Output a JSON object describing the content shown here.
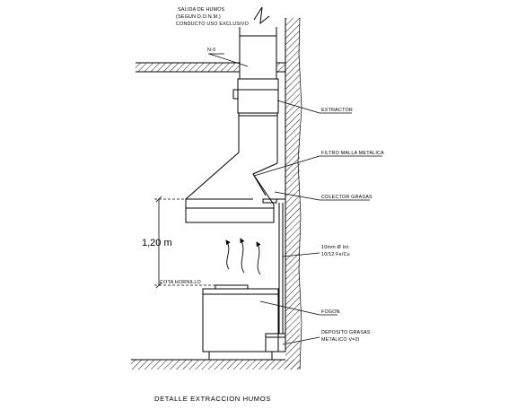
{
  "title": "DETALLE EXTRACCION HUMOS",
  "labels": {
    "salida_1": "SALIDA DE HUMOS",
    "salida_2": "(SEGUN D.O.N.M.)",
    "salida_3": "CONDUCTO USO EXCLUSIVO",
    "n0": "N-0",
    "extractor": "EXTRACTOR",
    "filtro": "FILTRO MALLA METALICA",
    "colector": "COLECTOR GRASAS",
    "tubo_1": "10mm Ø Int.",
    "tubo_2": "10/12 Fe/Cu",
    "fogon": "FOGON",
    "deposito_1": "DEPOSITO GRASAS",
    "deposito_2": "METALICO V=2l",
    "cota_hornillo": "COTA HORNILLO",
    "altura": "1,20 m"
  }
}
